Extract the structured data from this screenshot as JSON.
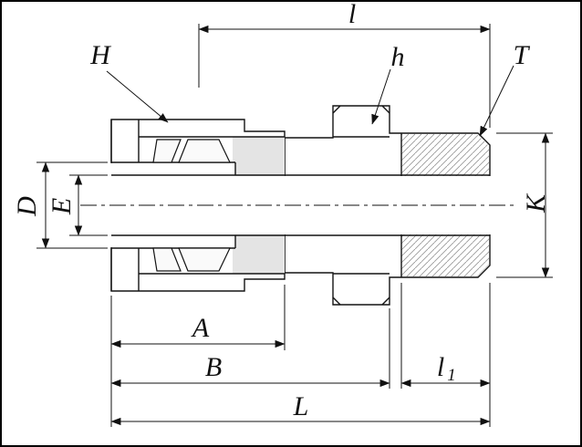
{
  "labels": {
    "l": "l",
    "H": "H",
    "h": "h",
    "T": "T",
    "D": "D",
    "E": "E",
    "K": "K",
    "A": "A",
    "B": "B",
    "l1_main": "l",
    "l1_sub": "1",
    "L": "L"
  },
  "colors": {
    "outline": "#141414",
    "body_fill": "#e4e4e4",
    "ferrule_fill": "#fafafa",
    "background": "#ffffff"
  }
}
